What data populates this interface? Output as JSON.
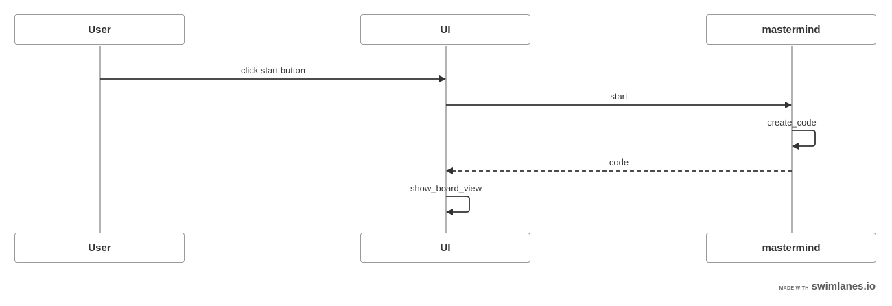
{
  "participants": [
    {
      "name": "User"
    },
    {
      "name": "UI"
    },
    {
      "name": "mastermind"
    }
  ],
  "messages": [
    {
      "label": "click start button",
      "from": "User",
      "to": "UI",
      "style": "solid"
    },
    {
      "label": "start",
      "from": "UI",
      "to": "mastermind",
      "style": "solid"
    },
    {
      "label": "create_code",
      "from": "mastermind",
      "to": "mastermind",
      "style": "solid",
      "self": true
    },
    {
      "label": "code",
      "from": "mastermind",
      "to": "UI",
      "style": "dashed"
    },
    {
      "label": "show_board_view",
      "from": "UI",
      "to": "UI",
      "style": "solid",
      "self": true
    }
  ],
  "watermark": {
    "prefix": "MADE WITH",
    "brand": "swimlanes.io"
  },
  "colors": {
    "lifeline": "#9a9a9a",
    "arrow": "#333333",
    "box_border": "#9a9a9a"
  }
}
